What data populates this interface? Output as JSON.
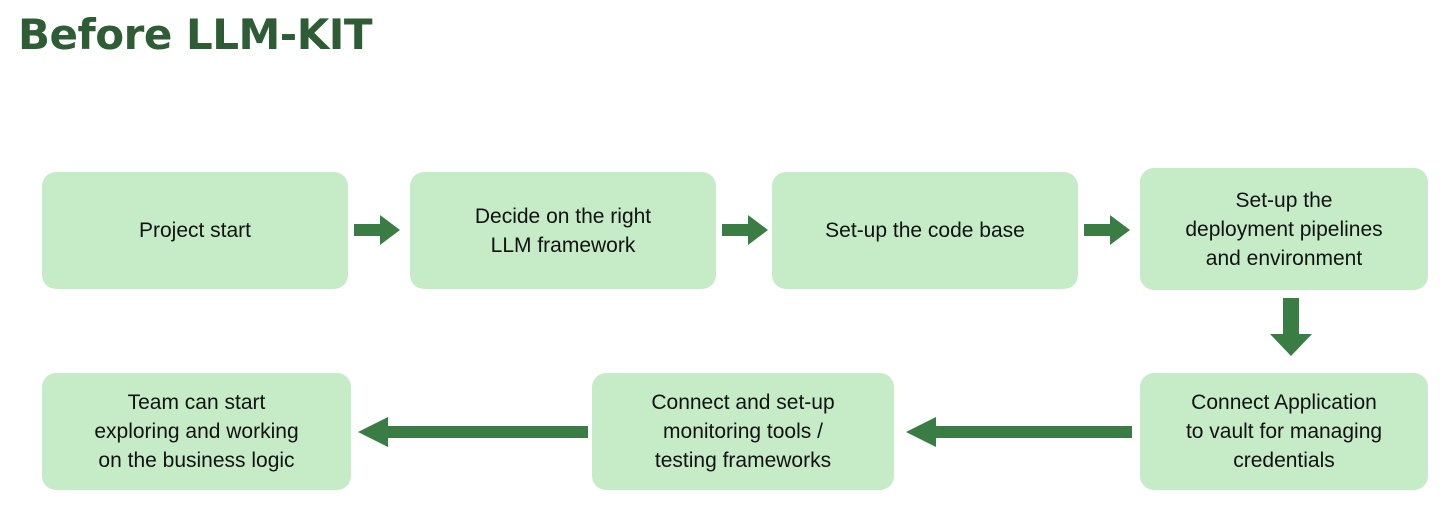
{
  "title": "Before LLM-KIT",
  "colors": {
    "title_green": "#2D5C35",
    "node_fill": "#C6EBC7",
    "arrow_green": "#3A7D44",
    "text": "#121212",
    "background": "#FFFFFF"
  },
  "flow": {
    "row1": [
      {
        "id": "project-start",
        "label": "Project start"
      },
      {
        "id": "decide-framework",
        "label": "Decide on the right\nLLM framework"
      },
      {
        "id": "code-base",
        "label": "Set-up the code base"
      },
      {
        "id": "deployment",
        "label": "Set-up the\ndeployment pipelines\nand environment"
      }
    ],
    "row2": [
      {
        "id": "team-start",
        "label": "Team can start\nexploring and working\non the business logic"
      },
      {
        "id": "monitoring",
        "label": "Connect and set-up\nmonitoring tools /\ntesting frameworks"
      },
      {
        "id": "vault",
        "label": "Connect Application\nto vault for managing\ncredentials"
      }
    ],
    "connectors": [
      {
        "id": "arrow-1",
        "direction": "right",
        "from": "project-start",
        "to": "decide-framework"
      },
      {
        "id": "arrow-2",
        "direction": "right",
        "from": "decide-framework",
        "to": "code-base"
      },
      {
        "id": "arrow-3",
        "direction": "right",
        "from": "code-base",
        "to": "deployment"
      },
      {
        "id": "arrow-down-1",
        "direction": "down",
        "from": "deployment",
        "to": "vault"
      },
      {
        "id": "arrow-long-1",
        "direction": "left",
        "from": "vault",
        "to": "monitoring"
      },
      {
        "id": "arrow-long-2",
        "direction": "left",
        "from": "monitoring",
        "to": "team-start"
      }
    ]
  }
}
